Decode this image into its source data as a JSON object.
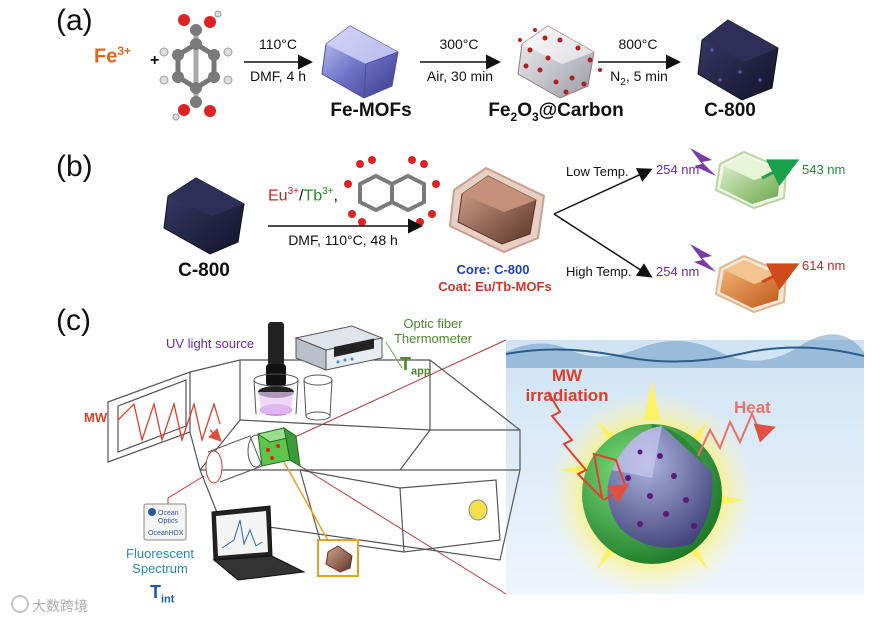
{
  "panel_a": {
    "label": "(a)",
    "reactant_ion": "Fe",
    "reactant_ion_charge": "3+",
    "plus": "+",
    "steps": [
      {
        "top": "110°C",
        "bottom": "DMF, 4 h"
      },
      {
        "top": "300°C",
        "bottom": "Air, 30 min"
      },
      {
        "top": "800°C",
        "bottom_main": "N",
        "bottom_sub": "2",
        "bottom_rest": ", 5 min"
      }
    ],
    "product1": "Fe-MOFs",
    "product2_a": "Fe",
    "product2_sub1": "2",
    "product2_b": "O",
    "product2_sub2": "3",
    "product2_c": "@Carbon",
    "product3": "C-800"
  },
  "panel_b": {
    "label": "(b)",
    "reagent_eu": "Eu",
    "reagent_eu_charge": "3+",
    "reagent_slash": "/",
    "reagent_tb": "Tb",
    "reagent_tb_charge": "3+",
    "reagent_comma": ",",
    "conditions": "DMF, 110°C, 48 h",
    "start": "C-800",
    "core": "Core: C-800",
    "coat": "Coat: Eu/Tb-MOFs",
    "low_temp": "Low Temp.",
    "high_temp": "High Temp.",
    "exc_low": "254 nm",
    "exc_high": "254 nm",
    "em_low": "543 nm",
    "em_high": "614 nm"
  },
  "panel_c": {
    "label": "(c)",
    "uv_source": "UV light source",
    "thermometer_1": "Optic fiber",
    "thermometer_2": "Thermometer",
    "t_app_main": "T",
    "t_app_sub": "app",
    "mw": "MW",
    "fluor_1": "Fluorescent",
    "fluor_2": "Spectrum",
    "t_int_main": "T",
    "t_int_sub": "int",
    "spectrometer_brand_1": "Ocean",
    "spectrometer_brand_2": "Optics",
    "spectrometer_model": "OceanHDX",
    "mw_irr_1": "MW",
    "mw_irr_2": "irradiation",
    "heat": "Heat"
  },
  "watermark": "大数跨境",
  "colors": {
    "fe_orange": "#e0651f",
    "eu_red": "#c0282a",
    "tb_green": "#2b8a2b",
    "core_blue": "#1f3fb4",
    "coat_red": "#d0342c",
    "violet": "#6a2a9a",
    "teal": "#2b86b0",
    "mw_red": "#d9402b",
    "heat_pink": "#e8706a"
  }
}
